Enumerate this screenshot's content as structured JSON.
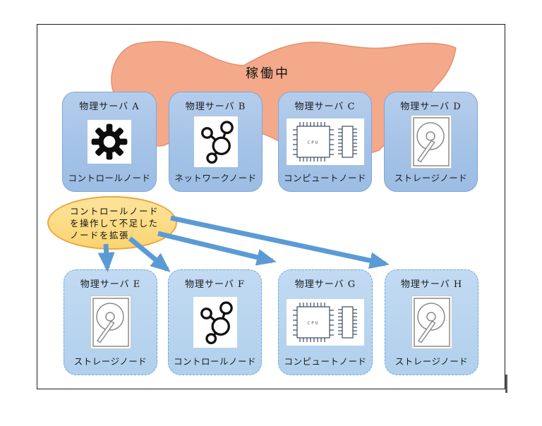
{
  "banner": {
    "label": "稼働中"
  },
  "callout": {
    "lines": [
      "コントロールノード",
      "を操作して不足した",
      "ノードを拡張"
    ]
  },
  "servers": {
    "running": [
      {
        "title": "物理サーバ A",
        "node": "コントロールノード",
        "icon": "gear-icon"
      },
      {
        "title": "物理サーバ B",
        "node": "ネットワークノード",
        "icon": "network-molecule-icon"
      },
      {
        "title": "物理サーバ C",
        "node": "コンピュートノード",
        "icon": "cpu-chip-icon"
      },
      {
        "title": "物理サーバ D",
        "node": "ストレージノード",
        "icon": "hard-disk-icon"
      }
    ],
    "expansion": [
      {
        "title": "物理サーバ E",
        "node": "ストレージノード",
        "icon": "hard-disk-icon"
      },
      {
        "title": "物理サーバ F",
        "node": "コントロールノード",
        "icon": "network-molecule-icon"
      },
      {
        "title": "物理サーバ G",
        "node": "コンピュートノード",
        "icon": "cpu-chip-icon"
      },
      {
        "title": "物理サーバ H",
        "node": "ストレージノード",
        "icon": "hard-disk-icon"
      }
    ]
  },
  "colors": {
    "blob_fill": "#f4a98b",
    "blob_border": "#e5906b",
    "box_fill": "#a9c5e8",
    "box_border": "#7fa6d9",
    "dashed_box_fill": "#b9d3ee",
    "dashed_box_border": "#68a6dc",
    "callout_fill": "#fbd97b",
    "callout_border": "#f0a43b",
    "arrow": "#5b9bd5",
    "frame": "#1b1b1b"
  }
}
